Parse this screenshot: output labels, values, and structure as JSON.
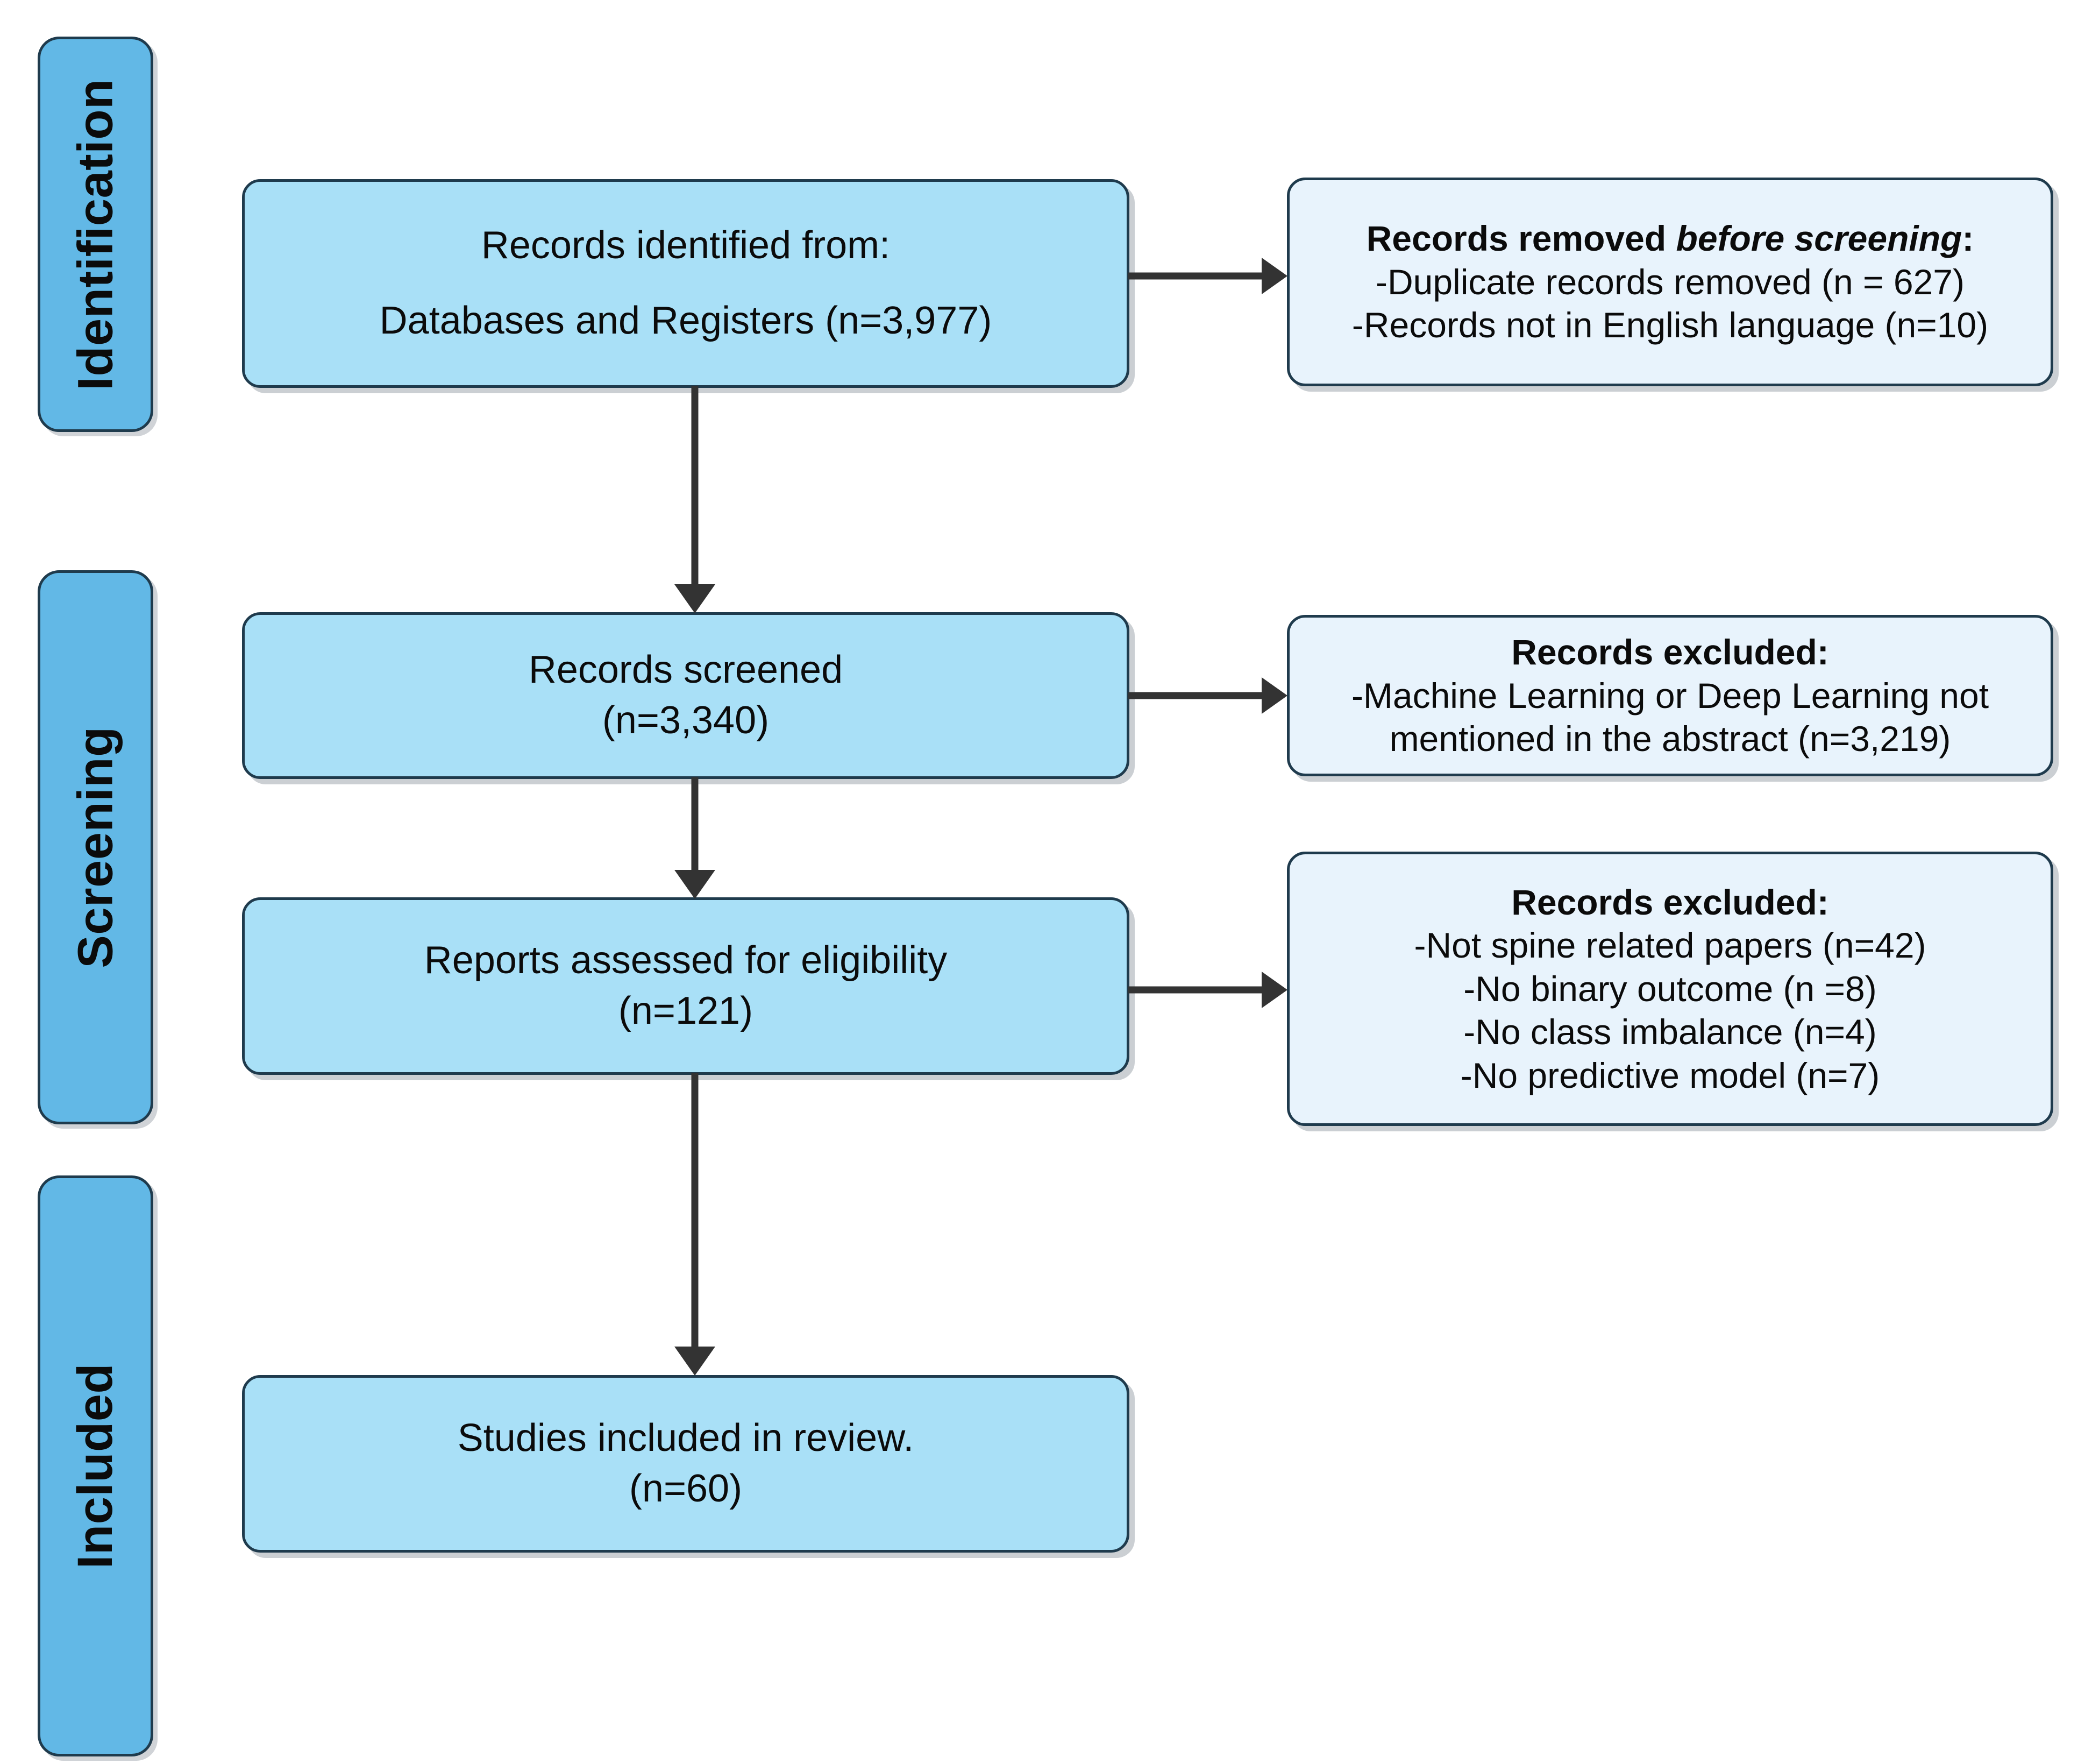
{
  "figure": {
    "type": "prisma-flow-diagram",
    "colors": {
      "stage_band_fill": "#62b8e6",
      "primary_box_fill": "#a9e0f7",
      "side_box_fill": "#e8f3fc",
      "border": "#1f3b4d",
      "arrow": "#333333",
      "text": "#0b0b0b",
      "background": "#ffffff"
    }
  },
  "stages": [
    {
      "id": "identification",
      "label": "Identification"
    },
    {
      "id": "screening",
      "label": "Screening"
    },
    {
      "id": "included",
      "label": "Included"
    }
  ],
  "boxes": {
    "identified": {
      "lines": [
        {
          "text": "Records identified from:",
          "bold": false
        },
        {
          "text": "Databases and Registers (n=3,977)",
          "bold": false
        }
      ]
    },
    "removed_before_screening": {
      "heading_prefix": "Records removed ",
      "heading_emphasis": "before screening",
      "heading_suffix": ":",
      "lines": [
        "-Duplicate records removed (n = 627)",
        "-Records not in English language (n=10)"
      ]
    },
    "screened": {
      "lines": [
        "Records screened",
        "(n=3,340)"
      ]
    },
    "excluded_screening": {
      "heading": "Records excluded:",
      "lines": [
        "-Machine Learning or Deep Learning not",
        "mentioned in the abstract (n=3,219)"
      ]
    },
    "eligibility": {
      "lines": [
        "Reports assessed for eligibility",
        "(n=121)"
      ]
    },
    "excluded_eligibility": {
      "heading": "Records excluded:",
      "lines": [
        "-Not spine related papers (n=42)",
        "-No binary outcome (n =8)",
        "-No class imbalance (n=4)",
        "-No predictive model (n=7)"
      ]
    },
    "included_studies": {
      "lines": [
        "Studies included in review.",
        "(n=60)"
      ]
    }
  },
  "counts": {
    "records_identified": "3,977",
    "duplicates_removed": "627",
    "not_english": "10",
    "records_screened": "3,340",
    "excluded_ml_dl_not_mentioned": "3,219",
    "reports_assessed": "121",
    "excluded_not_spine": "42",
    "excluded_no_binary_outcome": "8",
    "excluded_no_class_imbalance": "4",
    "excluded_no_predictive_model": "7",
    "studies_included": "60"
  },
  "connectors": [
    {
      "id": "identified-to-removed",
      "direction": "right"
    },
    {
      "id": "identified-to-screened",
      "direction": "down"
    },
    {
      "id": "screened-to-excluded",
      "direction": "right"
    },
    {
      "id": "screened-to-eligibility",
      "direction": "down"
    },
    {
      "id": "eligibility-to-excluded",
      "direction": "right"
    },
    {
      "id": "eligibility-to-included",
      "direction": "down"
    }
  ]
}
